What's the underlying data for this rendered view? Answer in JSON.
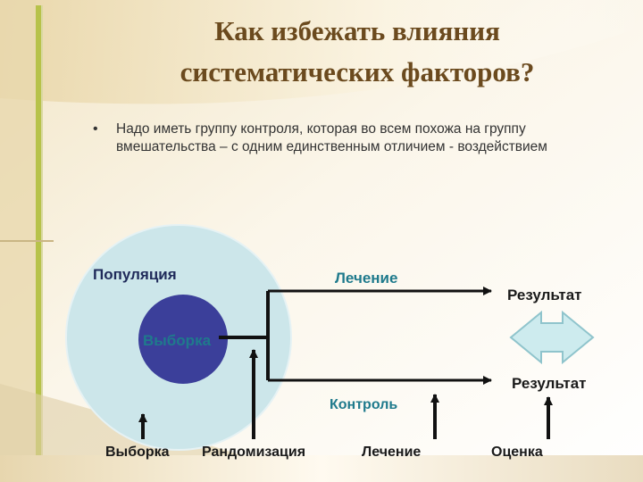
{
  "slide": {
    "title_line1": "Как избежать влияния",
    "title_line2": "систематических факторов?",
    "bullet": "Надо иметь группу контроля, которая во всем похожа на группу вмешательства – с одним единственным отличием - воздействием"
  },
  "diagram": {
    "population": "Популяция",
    "sample": "Выборка",
    "treatment": "Лечение",
    "control": "Контроль",
    "result_top": "Результат",
    "result_bottom": "Результат",
    "steps": [
      "Выборка",
      "Рандомизация",
      "Лечение",
      "Оценка"
    ]
  },
  "colors": {
    "circle_outer": "#cce6ea",
    "circle_inner": "#3b3f9a",
    "title": "#6b4a1e",
    "accent_bar": "#b7c24a"
  }
}
